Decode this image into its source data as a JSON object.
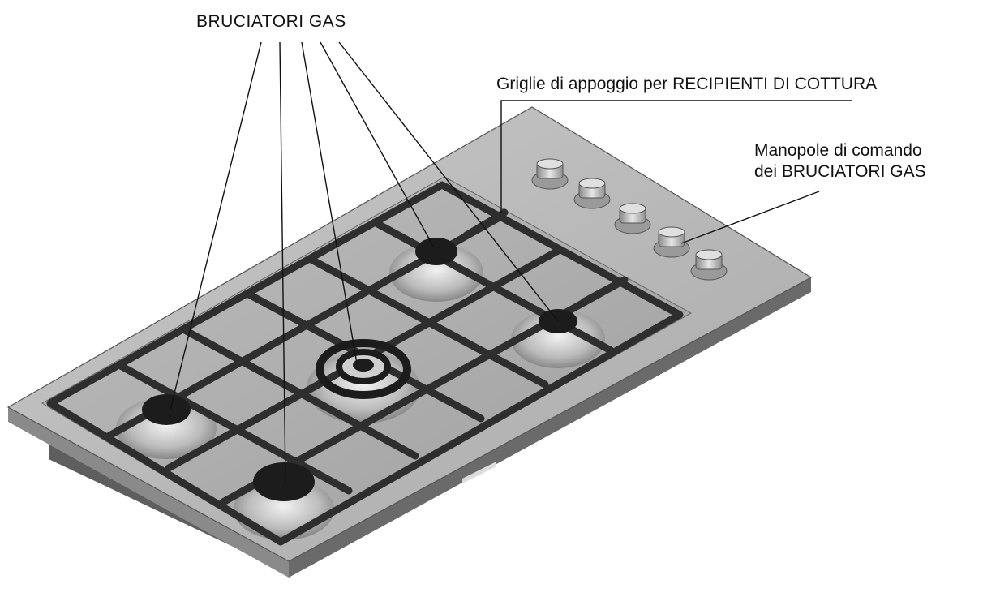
{
  "labels": {
    "burners": "BRUCIATORI GAS",
    "grids": "Griglie di appoggio per RECIPIENTI DI COTTURA",
    "knobs_line1": "Manopole di comando",
    "knobs_line2": "dei BRUCIATORI GAS"
  },
  "parts": {
    "burner_count": 5,
    "knob_count": 5
  },
  "colors": {
    "steel_top": "#b9b9b9",
    "steel_side": "#6f6f6f",
    "grate": "#2e2e2e",
    "burner_cap": "#1c1c1c",
    "leader_line": "#111111"
  }
}
